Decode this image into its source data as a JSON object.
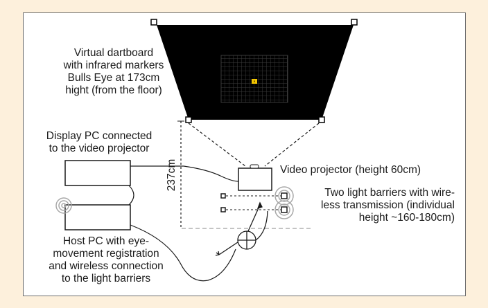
{
  "labels": {
    "dartboard": [
      "Virtual dartboard",
      "with infrared markers",
      "Bulls Eye at 173cm",
      "hight (from the floor)"
    ],
    "display_pc": [
      "Display PC connected",
      "to the video projector"
    ],
    "host_pc": [
      "Host PC with eye-",
      "movement registration",
      "and wireless connection",
      "to the light barriers"
    ],
    "projector": "Video projector (height 60cm)",
    "light_barriers": [
      "Two light barriers with wire-",
      "less transmission (individual",
      "height ~160-180cm)"
    ],
    "distance": "237cm"
  },
  "colors": {
    "page_background": "#fdf0dc",
    "frame_border": "#6b6b6b",
    "screen": "#000000",
    "board_grid": "#3a3a3a",
    "bulls_eye": "#f2c500",
    "line": "#1a1a1a"
  }
}
